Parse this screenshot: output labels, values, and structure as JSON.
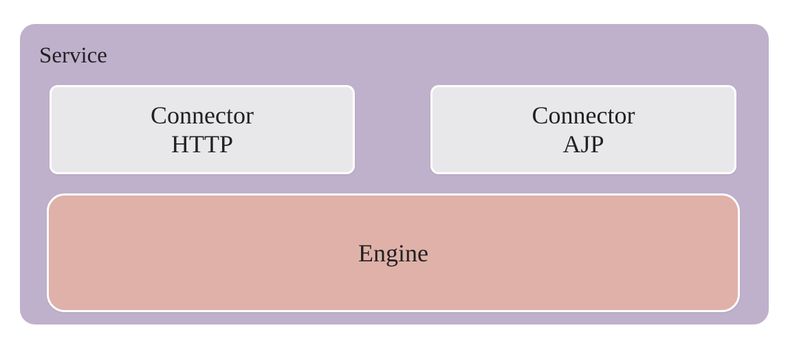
{
  "service": {
    "label": "Service",
    "color": "#bfb0cc"
  },
  "connectors": [
    {
      "title": "Connector",
      "protocol": "HTTP",
      "color": "#e8e8ea"
    },
    {
      "title": "Connector",
      "protocol": "AJP",
      "color": "#e8e8ea"
    }
  ],
  "engine": {
    "label": "Engine",
    "color": "#dfb1a8"
  }
}
